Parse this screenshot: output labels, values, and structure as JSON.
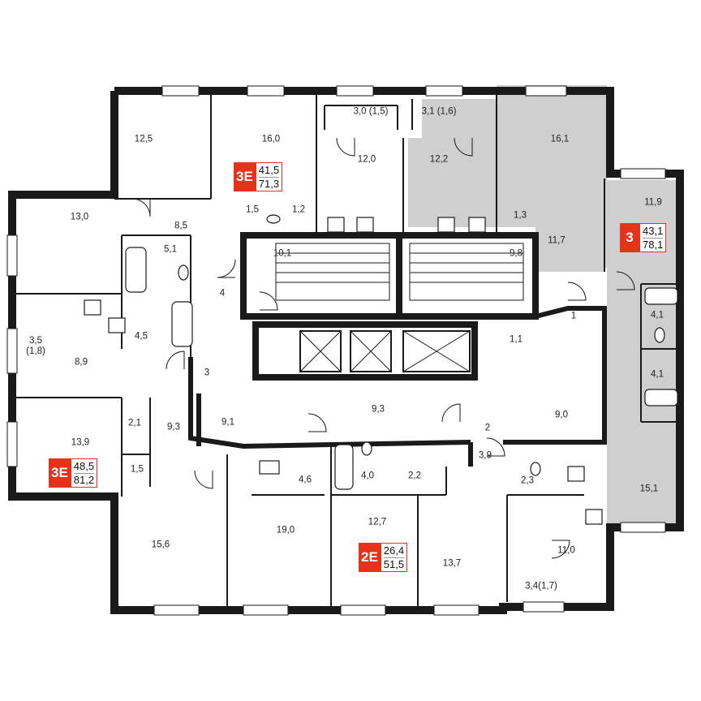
{
  "colors": {
    "wall": "#1a1a1a",
    "highlight": "#cfcfcf",
    "accent": "#e4321b"
  },
  "apartments": [
    {
      "id": "3E-top",
      "type": "3E",
      "living": "41,5",
      "total": "71,3"
    },
    {
      "id": "3-right",
      "type": "3",
      "living": "43,1",
      "total": "78,1"
    },
    {
      "id": "3E-left",
      "type": "3E",
      "living": "48,5",
      "total": "81,2"
    },
    {
      "id": "2E-bottom",
      "type": "2E",
      "living": "26,4",
      "total": "51,5"
    }
  ],
  "rooms": [
    "12,5",
    "16,0",
    "3,0 (1,5)",
    "3,1 (1,6)",
    "16,1",
    "12,0",
    "12,2",
    "11,9",
    "13,0",
    "8,5",
    "1,5",
    "1,2",
    "1,3",
    "5,1",
    "10,1",
    "9,8",
    "11,7",
    "4",
    "1",
    "4,1",
    "3,5\n(1,8)",
    "8,9",
    "4,5",
    "3",
    "1,1",
    "4,1",
    "9,3",
    "9,0",
    "2,1",
    "9,3",
    "9,1",
    "2",
    "13,9",
    "1,5",
    "4,6",
    "4,0",
    "2,2",
    "3,9",
    "2,3",
    "15,1",
    "15,6",
    "19,0",
    "12,7",
    "11,0",
    "13,7",
    "3,4(1,7)"
  ]
}
